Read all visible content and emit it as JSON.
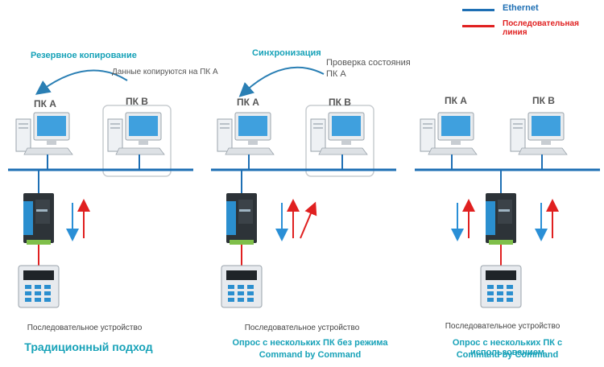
{
  "legend": {
    "ethernet_label": "Ethernet",
    "serial_label": "Последовательная линия",
    "ethernet_color": "#1e6fb4",
    "serial_color": "#e02020"
  },
  "panels": [
    {
      "mode_title": "Резервное копирование",
      "note": "Данные копируются на ПК А",
      "pc_a": "ПК А",
      "pc_b": "ПК В",
      "device_label": "Последовательное устройство",
      "caption_line1": "Традиционный подход",
      "caption_line2": ""
    },
    {
      "mode_title": "Синхронизация",
      "note_line1": "Проверка состояния",
      "note_line2": "ПК А",
      "pc_a": "ПК А",
      "pc_b": "ПК В",
      "device_label": "Последовательное устройство",
      "caption_line1": "Опрос с нескольких ПК без режима",
      "caption_line2": "Command by Command"
    },
    {
      "pc_a": "ПК А",
      "pc_b": "ПК В",
      "device_label": "Последовательное устройство",
      "caption_line1": "Опрос с нескольких ПК с использованием",
      "caption_line2": "Command by Command"
    }
  ],
  "colors": {
    "accent_teal": "#17a2b8",
    "network_blue": "#1e6fb4",
    "serial_red": "#e02020"
  },
  "icons": [
    "computer-icon",
    "serial-server-icon",
    "serial-device-icon",
    "arrow-icon"
  ]
}
